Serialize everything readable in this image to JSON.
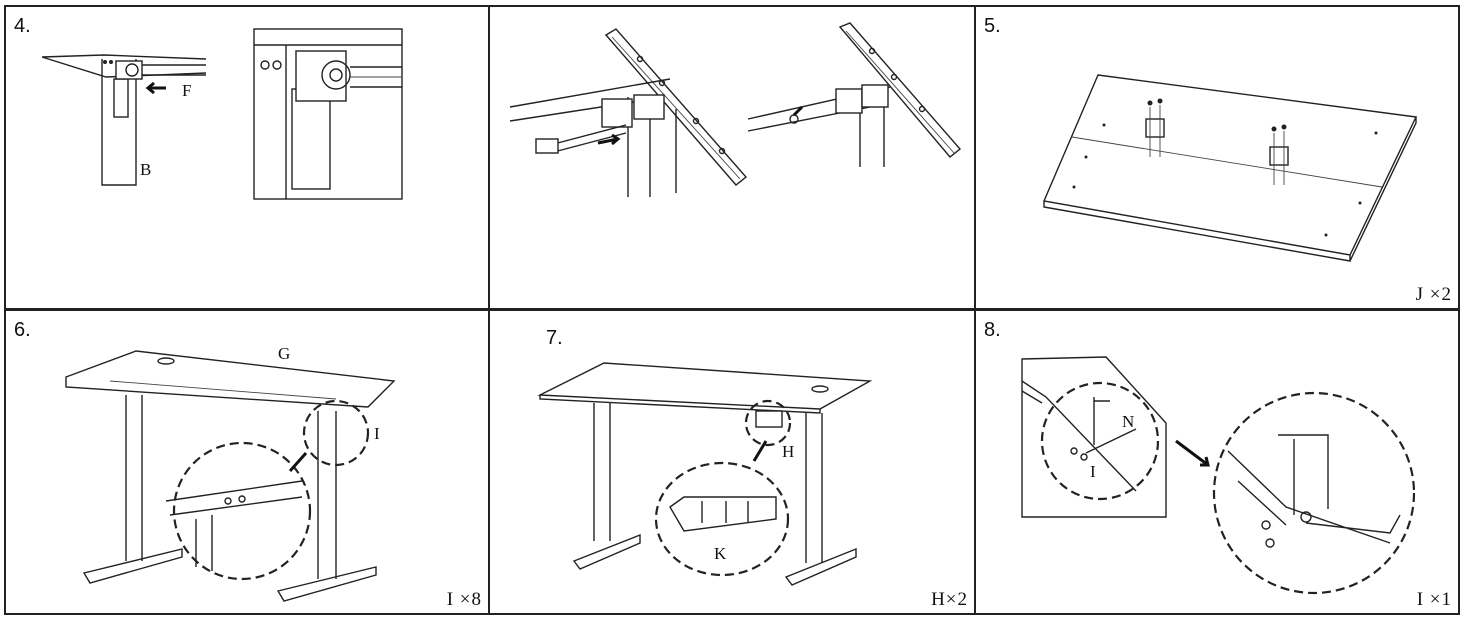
{
  "panels": {
    "p4": {
      "step": "4.",
      "labels": {
        "b": "B",
        "f": "F"
      }
    },
    "pcont": {},
    "p5": {
      "step": "5.",
      "qty": "J ×2"
    },
    "p6": {
      "step": "6.",
      "qty": "I ×8",
      "labels": {
        "g": "G",
        "i": "I"
      }
    },
    "p7": {
      "step": "7.",
      "qty": "H×2",
      "labels": {
        "h": "H",
        "k": "K"
      }
    },
    "p8": {
      "step": "8.",
      "qty": "I ×1",
      "labels": {
        "n": "N",
        "i": "I"
      }
    }
  }
}
